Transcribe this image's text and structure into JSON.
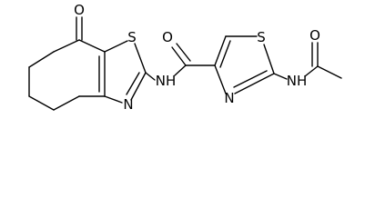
{
  "diagram_type": "chemical-structure",
  "atoms": {
    "ketone_oxygen": "O",
    "amide_oxygen": "O",
    "acetyl_oxygen": "O",
    "benzothiazole_sulfur": "S",
    "thiazole_sulfur": "S",
    "benzothiazole_nitrogen": "N",
    "thiazole_nitrogen": "N",
    "amide_nh": "NH",
    "acetamide_nh": "NH"
  }
}
